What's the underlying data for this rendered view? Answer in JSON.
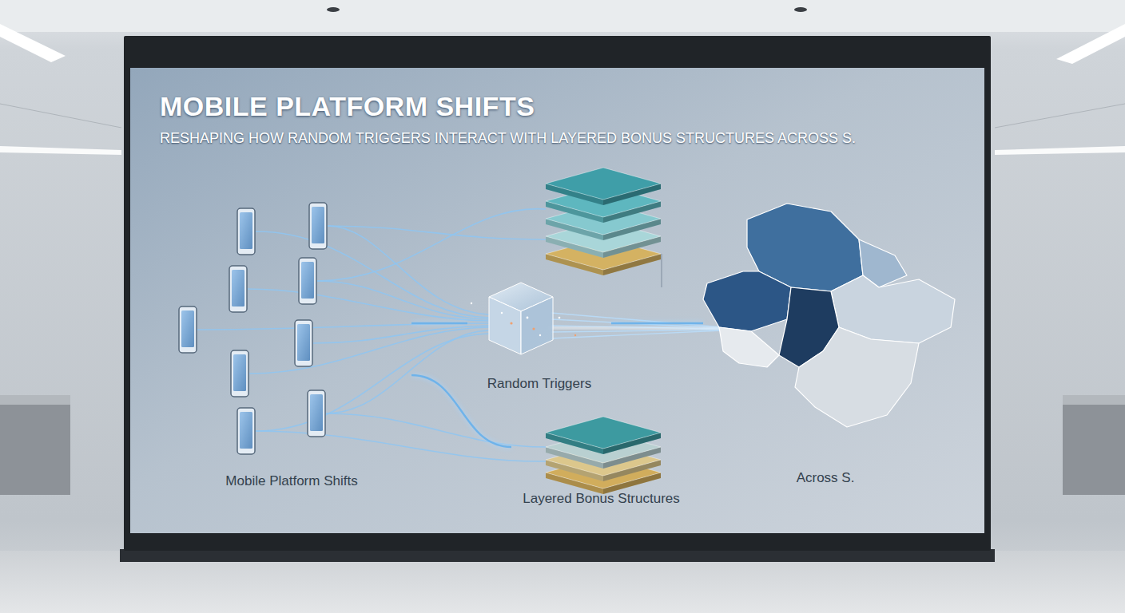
{
  "diagram": {
    "title": "MOBILE PLATFORM SHIFTS",
    "nodes": [
      {
        "text": [
          "Mobile Platform Shifts"
        ]
      },
      {
        "text": [
          "Random Triggers"
        ]
      },
      {
        "text": [
          "Layered Bonus Structures"
        ]
      },
      {
        "text": [
          "Across S."
        ]
      }
    ],
    "edges": [
      {
        "from": 0,
        "to": 1,
        "arrow": "none"
      },
      {
        "from": 0,
        "to": 2,
        "arrow": "none"
      },
      {
        "from": 1,
        "to": 3,
        "arrow": "none"
      }
    ],
    "labels": [
      "RESHAPING HOW RANDOM TRIGGERS INTERACT WITH LAYERED BONUS STRUCTURES ACROSS S."
    ]
  }
}
